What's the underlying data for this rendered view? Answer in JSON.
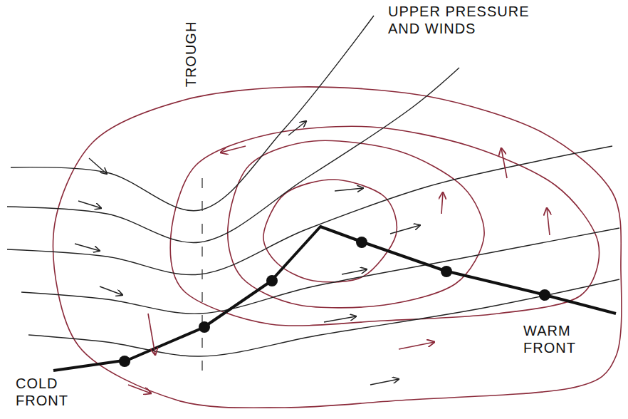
{
  "diagram": {
    "labels": [
      "UPPER PRESSURE AND WINDS",
      "TROUGH",
      "COLD FRONT",
      "WARM FRONT"
    ]
  }
}
